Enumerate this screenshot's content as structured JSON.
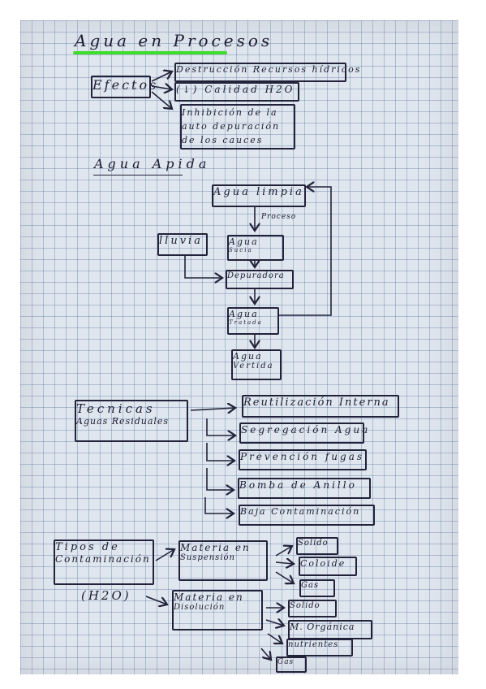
{
  "accent": {
    "highlighter": "#3fdc2c",
    "ink": "#1c1c30",
    "paper": "#dfe6ee"
  },
  "section1": {
    "title": "Agua en Procesos",
    "source": "Efectos",
    "effects": [
      "Destrucción Recursos hídricos",
      "(↓) Calidad H2O",
      "Inhibición de la auto depuración de los cauces"
    ]
  },
  "section2": {
    "title": "Agua Apida",
    "clean": "Agua limpia",
    "process_label": "Proceso",
    "rain": "lluvia",
    "dirty_main": "Agua",
    "dirty_sub": "Sucia",
    "treatment": "Depuradora",
    "treated_main": "Agua",
    "treated_sub": "Tratada",
    "dumped_main": "Agua",
    "dumped_sub": "Vertida"
  },
  "section3": {
    "title_l1": "Tecnicas",
    "title_l2": "Aguas Residuales",
    "items": [
      "Reutilización Interna",
      "Segregación Agua",
      "Prevención fugas",
      "Bomba de Anillo",
      "Baja Contaminación"
    ]
  },
  "section4": {
    "title_l1": "Tipos de",
    "title_l2": "Contaminación",
    "formula": "(H2O)",
    "suspension_l1": "Materia en",
    "suspension_l2": "Suspensión",
    "suspension_items": [
      "Solido",
      "Coloide",
      "Gas"
    ],
    "dissolved_l1": "Materia en",
    "dissolved_l2": "Disolución",
    "dissolved_items": [
      "Solido",
      "M. Orgánica",
      "nutrientes",
      "Gas"
    ]
  }
}
